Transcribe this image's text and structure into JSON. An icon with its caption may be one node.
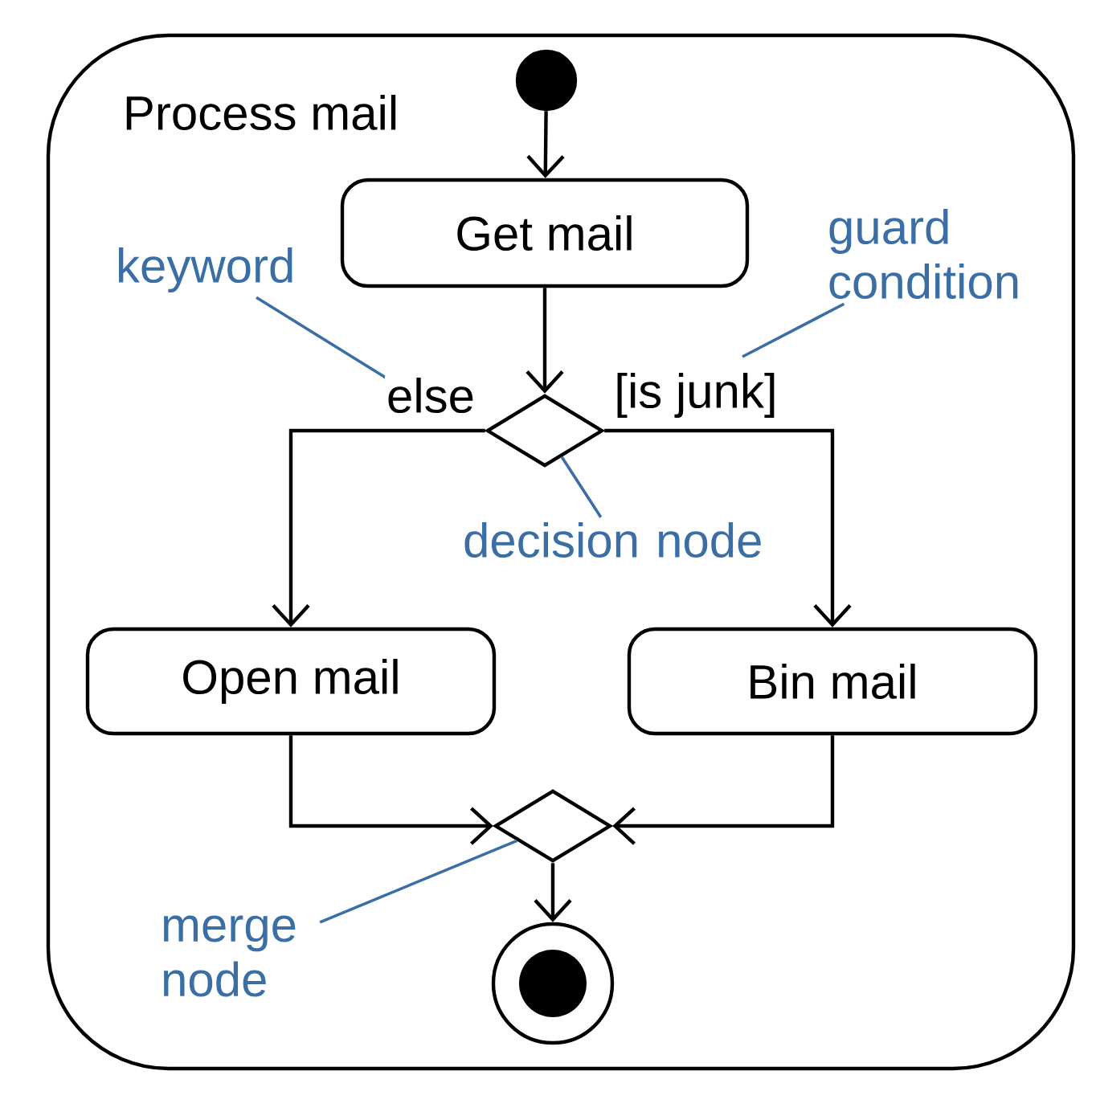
{
  "diagram": {
    "nodes": [
      {
        "text": [
          "Process mail"
        ]
      },
      {
        "text": [],
        "shape": "circle",
        "in": 0
      },
      {
        "text": [
          "Get mail"
        ],
        "in": 0
      },
      {
        "text": [],
        "shape": "diamond",
        "in": 0
      },
      {
        "text": [
          "Open mail"
        ],
        "in": 0
      },
      {
        "text": [
          "Bin mail"
        ],
        "in": 0
      },
      {
        "text": [],
        "shape": "diamond",
        "in": 0
      },
      {
        "text": [],
        "shape": "circle",
        "in": 0
      },
      {
        "text": [
          "keyword"
        ],
        "in": 0
      },
      {
        "text": [
          "guard condition"
        ],
        "in": 0
      },
      {
        "text": [
          "decision node"
        ],
        "in": 0
      },
      {
        "text": [
          "merge node"
        ],
        "in": 0
      }
    ],
    "edges": [
      {
        "from": 1,
        "to": 2,
        "arrow": "to"
      },
      {
        "from": 2,
        "to": 3,
        "arrow": "to"
      },
      {
        "from": 3,
        "to": 4,
        "arrow": "to",
        "label": "else"
      },
      {
        "from": 3,
        "to": 5,
        "arrow": "to",
        "label": "[is junk]"
      },
      {
        "from": 4,
        "to": 6,
        "arrow": "to"
      },
      {
        "from": 5,
        "to": 6,
        "arrow": "to"
      },
      {
        "from": 6,
        "to": 7,
        "arrow": "to"
      },
      {
        "from": 8,
        "to": null,
        "arrow": "none",
        "color": "#3a6ea5"
      },
      {
        "from": 9,
        "to": null,
        "arrow": "none",
        "color": "#3a6ea5"
      },
      {
        "from": 10,
        "to": 3,
        "arrow": "none",
        "color": "#3a6ea5"
      },
      {
        "from": 11,
        "to": 6,
        "arrow": "none",
        "color": "#3a6ea5"
      }
    ]
  }
}
